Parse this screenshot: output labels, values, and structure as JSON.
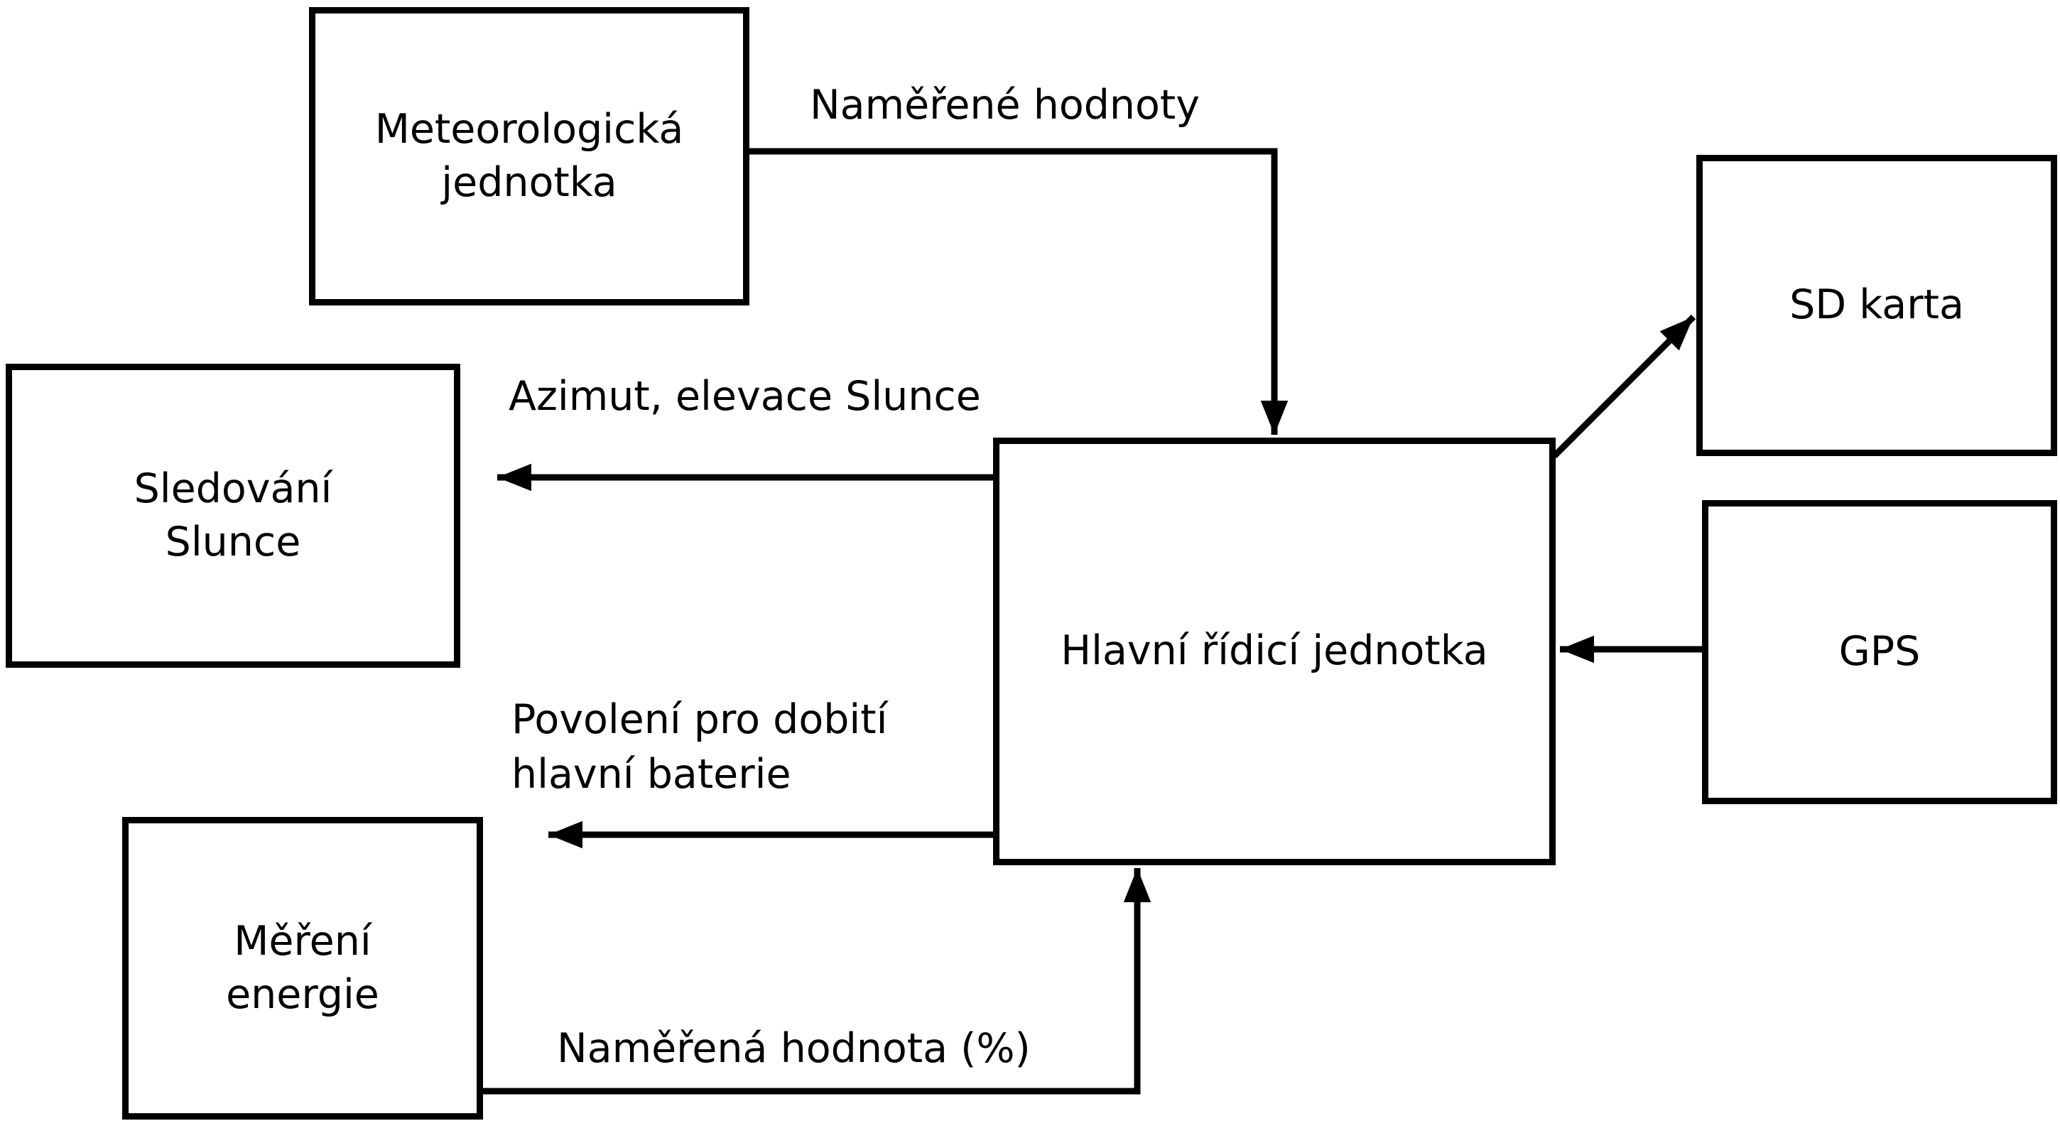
{
  "diagram": {
    "nodes": {
      "meteo_unit": {
        "label": "Meteorologická\njednotka"
      },
      "sun_tracking": {
        "label": "Sledování\nSlunce"
      },
      "energy_measurement": {
        "label": "Měření\nenergie"
      },
      "main_control_unit": {
        "label": "Hlavní řídicí jednotka"
      },
      "sd_card": {
        "label": "SD karta"
      },
      "gps": {
        "label": "GPS"
      }
    },
    "edges": {
      "measured_values": {
        "label": "Naměřené hodnoty",
        "from": "meteo_unit",
        "to": "main_control_unit"
      },
      "azimuth_elevation": {
        "label": "Azimut, elevace Slunce",
        "from": "main_control_unit",
        "to": "sun_tracking"
      },
      "charge_permission": {
        "label": "Povolení pro dobití\nhlavní baterie",
        "from": "main_control_unit",
        "to": "energy_measurement"
      },
      "measured_value_percent": {
        "label": "Naměřená hodnota (%)",
        "from": "energy_measurement",
        "to": "main_control_unit"
      },
      "to_sd_card": {
        "label": "",
        "from": "main_control_unit",
        "to": "sd_card"
      },
      "from_gps": {
        "label": "",
        "from": "gps",
        "to": "main_control_unit"
      }
    },
    "colors": {
      "stroke": "#000000",
      "background": "#ffffff",
      "text": "#000000"
    }
  }
}
